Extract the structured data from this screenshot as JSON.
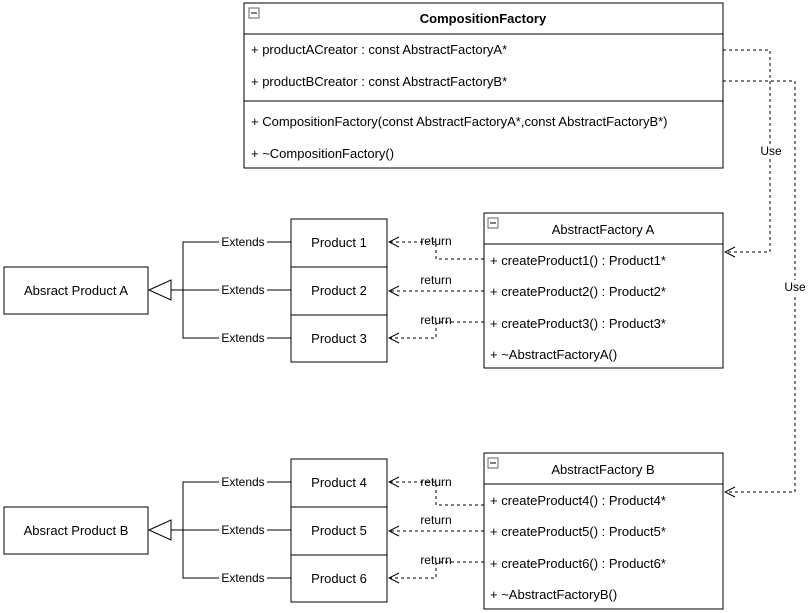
{
  "composition_factory": {
    "title": "CompositionFactory",
    "attributes": [
      "+ productACreator : const AbstractFactoryA*",
      "+ productBCreator : const AbstractFactoryB*"
    ],
    "methods": [
      "+ CompositionFactory(const AbstractFactoryA*,const AbstractFactoryB*)",
      "+ ~CompositionFactory()"
    ]
  },
  "factory_a": {
    "title": "AbstractFactory A",
    "methods": [
      "+ createProduct1() : Product1*",
      "+ createProduct2() : Product2*",
      "+ createProduct3() : Product3*",
      "+ ~AbstractFactoryA()"
    ]
  },
  "factory_b": {
    "title": "AbstractFactory B",
    "methods": [
      "+ createProduct4() : Product4*",
      "+ createProduct5() : Product5*",
      "+ createProduct6() : Product6*",
      "+ ~AbstractFactoryB()"
    ]
  },
  "abstract_product_a": "Absract Product A",
  "abstract_product_b": "Absract Product B",
  "products": [
    "Product 1",
    "Product 2",
    "Product 3",
    "Product 4",
    "Product 5",
    "Product 6"
  ],
  "edge_labels": {
    "extends": "Extends",
    "return": "return",
    "use": "Use"
  },
  "collapse_glyph": "−"
}
